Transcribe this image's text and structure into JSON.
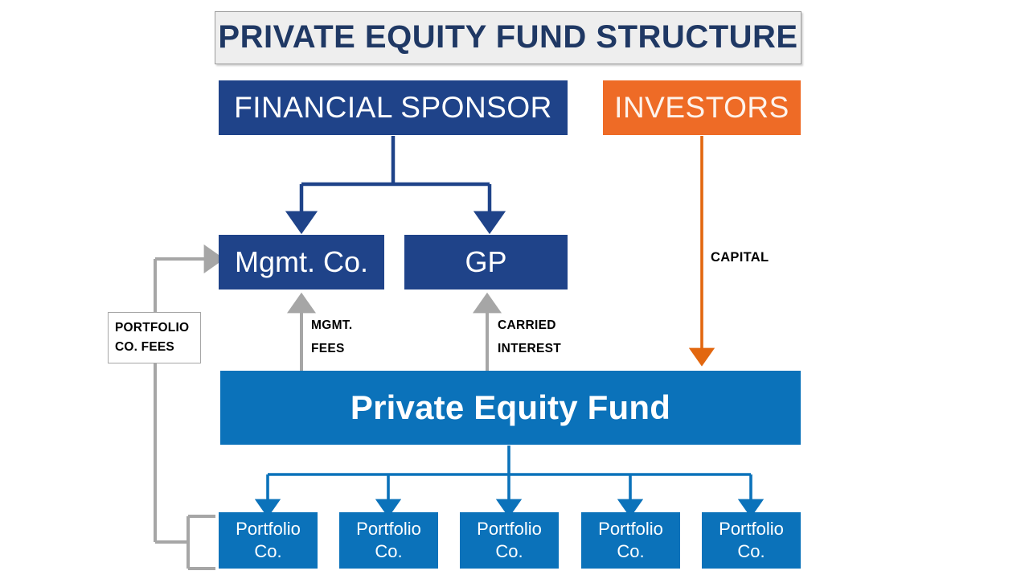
{
  "title": {
    "text": "PRIVATE EQUITY FUND STRUCTURE"
  },
  "nodes": {
    "financial_sponsor": "FINANCIAL SPONSOR",
    "investors": "INVESTORS",
    "mgmt_co": "Mgmt. Co.",
    "gp": "GP",
    "pe_fund": "Private Equity Fund",
    "portfolio_companies": [
      {
        "line1": "Portfolio",
        "line2": "Co."
      },
      {
        "line1": "Portfolio",
        "line2": "Co."
      },
      {
        "line1": "Portfolio",
        "line2": "Co."
      },
      {
        "line1": "Portfolio",
        "line2": "Co."
      },
      {
        "line1": "Portfolio",
        "line2": "Co."
      }
    ]
  },
  "edge_labels": {
    "mgmt_fees_line1": "MGMT.",
    "mgmt_fees_line2": "FEES",
    "carried_interest_line1": "CARRIED",
    "carried_interest_line2": "INTEREST",
    "capital": "CAPITAL",
    "portfolio_co_fees_line1": "PORTFOLIO",
    "portfolio_co_fees_line2": "CO. FEES"
  },
  "colors": {
    "navy": "#1f4389",
    "title_text": "#1f3864",
    "title_fill": "#eeeeee",
    "orange": "#ee6b26",
    "medium_blue": "#0b72ba",
    "gray_connector": "#a6a6a6",
    "white": "#ffffff",
    "background": "#ffffff"
  }
}
